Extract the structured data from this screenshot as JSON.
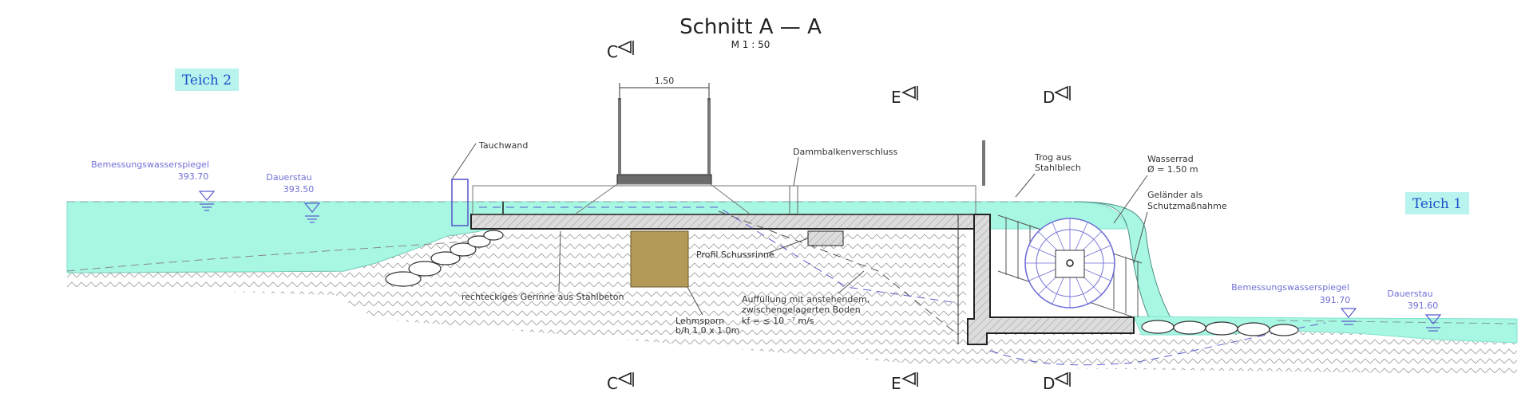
{
  "title": "Schnitt  A  —  A",
  "scale": "M 1 : 50",
  "section_markers": {
    "c_top": "C",
    "e_top": "E",
    "d_top": "D",
    "c_bottom": "C",
    "e_bottom": "E",
    "d_bottom": "D"
  },
  "ponds": {
    "upstream": "Teich 2",
    "downstream": "Teich 1"
  },
  "dimension": "1.50",
  "levels": {
    "upstream_design_label": "Bemessungswasserspiegel",
    "upstream_design_value": "393.70",
    "upstream_permanent_label": "Dauerstau",
    "upstream_permanent_value": "393.50",
    "downstream_design_label": "Bemessungswasserspiegel",
    "downstream_design_value": "391.70",
    "downstream_permanent_label": "Dauerstau",
    "downstream_permanent_value": "391.60"
  },
  "annotations": {
    "tauchwand": "Tauchwand",
    "dammbalken": "Dammbalkenverschluss",
    "trog_1": "Trog aus",
    "trog_2": "Stahlblech",
    "wasserrad_1": "Wasserrad",
    "wasserrad_2": "Ø = 1.50 m",
    "gelaender_1": "Geländer als",
    "gelaender_2": "Schutzmaßnahme",
    "schussrinne": "Profil Schussrinne",
    "gerinne": "rechteckiges Gerinne aus Stahlbeton",
    "lehmsporn_1": "Lehmsporn",
    "lehmsporn_2": "b/h 1.0 x 1.0m",
    "auffuellung_1": "Auffüllung mit anstehendem,",
    "auffuellung_2": "zwischengelagerten Boden",
    "auffuellung_3": "kf = ≤ 10 ⁻⁷ m/s"
  },
  "colors": {
    "water": "#a8f7e3",
    "water_edge": "#7fe3cf",
    "pond_label_bg": "#b8f3ee",
    "pond_label_text": "#1a52c8",
    "level_text": "#6f6fd6",
    "concrete": "#d9d9d9",
    "clay": "#b39a58"
  }
}
